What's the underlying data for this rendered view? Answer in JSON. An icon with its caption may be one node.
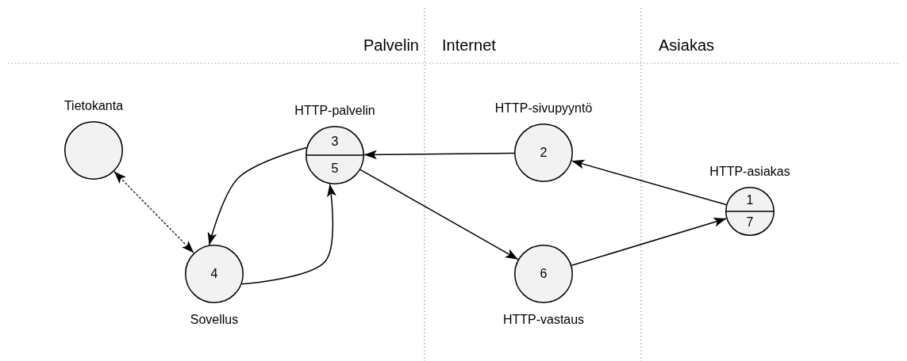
{
  "diagram": {
    "nodes": [
      {
        "text": [
          "Tietokanta"
        ]
      },
      {
        "text": [
          "HTTP-palvelin",
          "3",
          "5"
        ]
      },
      {
        "text": [
          "HTTP-sivupyyntö",
          "2"
        ]
      },
      {
        "text": [
          "HTTP-asiakas",
          "1",
          "7"
        ]
      },
      {
        "text": [
          "4",
          "Sovellus"
        ]
      },
      {
        "text": [
          "6",
          "HTTP-vastaus"
        ]
      }
    ],
    "edges": [
      {
        "from": 0,
        "to": 4,
        "arrow": "both",
        "style": "dashed"
      },
      {
        "from": 1,
        "to": 4,
        "arrow": "to"
      },
      {
        "from": 4,
        "to": 1,
        "arrow": "to"
      },
      {
        "from": 1,
        "to": 5,
        "arrow": "to"
      },
      {
        "from": 5,
        "to": 3,
        "arrow": "to"
      },
      {
        "from": 3,
        "to": 2,
        "arrow": "to"
      },
      {
        "from": 2,
        "to": 1,
        "arrow": "to"
      }
    ],
    "labels": [
      "Palvelin",
      "Internet",
      "Asiakas"
    ]
  }
}
